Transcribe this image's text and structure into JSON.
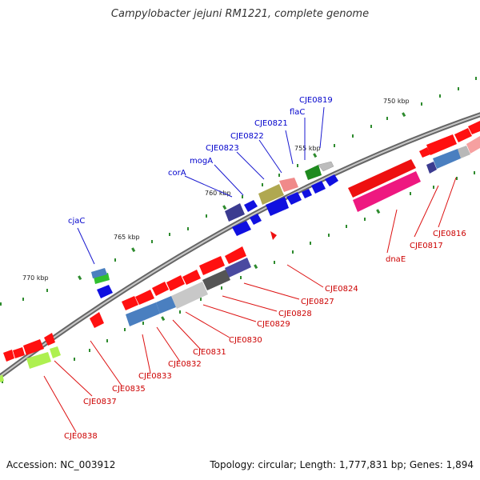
{
  "title": "Campylobacter jejuni RM1221, complete genome",
  "footer": {
    "accession": "Accession: NC_003912",
    "summary": "Topology: circular; Length: 1,777,831 bp; Genes: 1,894"
  },
  "colors": {
    "backbone": "#8a8a8a",
    "forward_label": "#0000cc",
    "reverse_label": "#cc0000",
    "tick": "#2e8b2e"
  },
  "scale_labels": [
    "750 kbp",
    "755 kbp",
    "760 kbp",
    "765 kbp",
    "770 kbp"
  ],
  "forward_labels": [
    "CJE0819",
    "flaC",
    "CJE0821",
    "CJE0822",
    "CJE0823",
    "mogA",
    "corA",
    "cjaC"
  ],
  "reverse_labels": [
    "CJE0816",
    "CJE0817",
    "dnaE",
    "CJE0824",
    "CJE0827",
    "CJE0828",
    "CJE0829",
    "CJE0830",
    "CJE0831",
    "CJE0832",
    "CJE0833",
    "CJE0835",
    "CJE0837",
    "CJE0838"
  ]
}
